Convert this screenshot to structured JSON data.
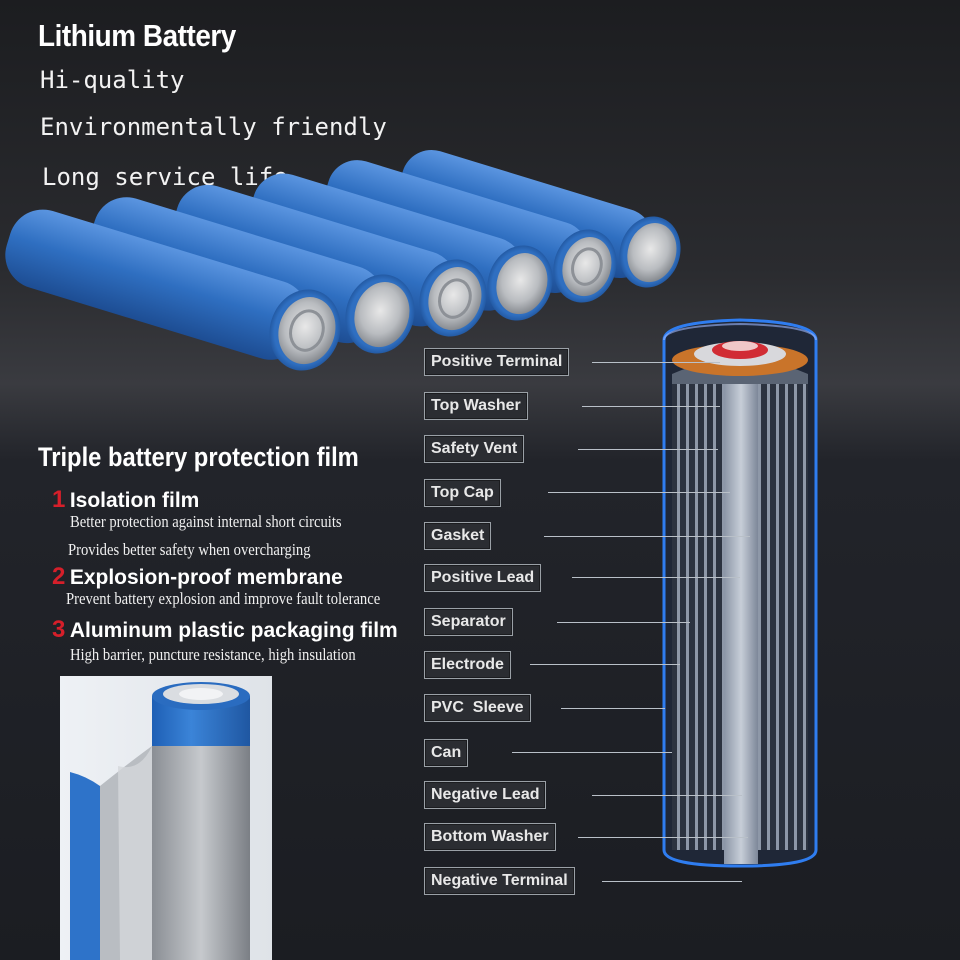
{
  "header": {
    "title": "Lithium Battery",
    "features": [
      "Hi-quality",
      "Environmentally friendly",
      "Long service life"
    ]
  },
  "protection": {
    "title": "Triple battery protection film",
    "items": [
      {
        "num": "1",
        "name": "Isolation film",
        "lines": [
          "Better protection against internal short circuits",
          "Provides better safety when overcharging"
        ]
      },
      {
        "num": "2",
        "name": "Explosion-proof membrane",
        "lines": [
          "Prevent battery explosion and improve fault tolerance"
        ]
      },
      {
        "num": "3",
        "name": "Aluminum plastic packaging film",
        "lines": [
          "High barrier, puncture resistance, high insulation"
        ]
      }
    ]
  },
  "diagram": {
    "labels": [
      "Positive Terminal",
      "Top Washer",
      "Safety Vent",
      "Top Cap",
      "Gasket",
      "Positive Lead",
      "Separator",
      "Electrode",
      "PVC  Sleeve",
      "Can",
      "Negative Lead",
      "Bottom Washer",
      "Negative Terminal"
    ]
  },
  "colors": {
    "battery_blue": "#2f6fc1",
    "accent_red": "#d61f2a",
    "background": "#1c1d20"
  }
}
